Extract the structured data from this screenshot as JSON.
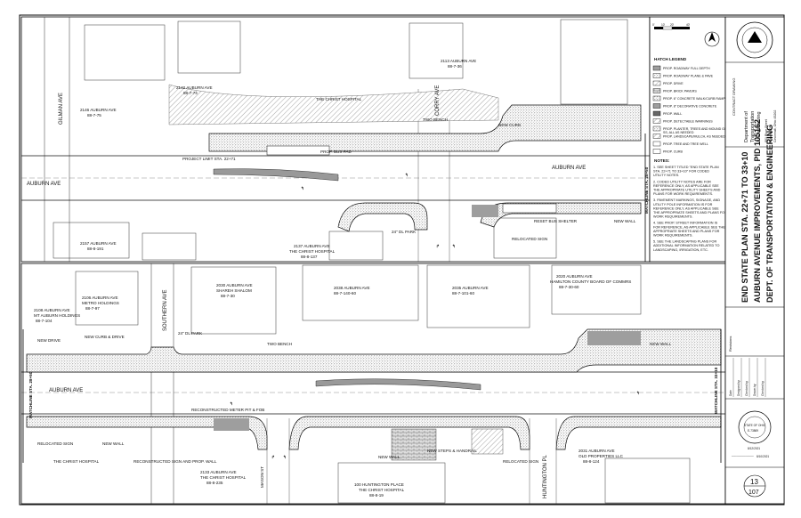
{
  "sheet_title": {
    "line1": "END STATE PLAN STA. 22+71 TO 33+10",
    "line2": "AUBURN AVENUE IMPROVEMENTS, PID 105162",
    "line3": "DEPT. OF TRANSPORTATION & ENGINEERING"
  },
  "department": {
    "name1": "Department of",
    "name2": "Transportation",
    "name3": "& Engineering",
    "addr1": "801 Plum Street",
    "addr2": "Room 450",
    "addr3": "Cincinnati, Ohio 45202",
    "contract": "CONTRACT DRAWING"
  },
  "legend": {
    "title": "HATCH LEGEND",
    "items": [
      "PROP. ROADWAY FULL DEPTH",
      "PROP. ROADWAY PLANE & PAVE",
      "PROP. DRIVE",
      "PROP. BRICK PAVERS",
      "PROP. 6\" CONCRETE WALK/CURB RAMP",
      "PROP. 8\" DECORATIVE CONCRETE",
      "PROP. WALL",
      "PROP. DETECTABLE WARNINGS",
      "PROP. PLANTER, TREES AND MOUND GRASS, ALL AS NEEDED",
      "PROP. LANDSCAPE/MULCH, AS NEEDED",
      "PROP. TREE AND TREE WELL",
      "PROP. CURB"
    ]
  },
  "notes": {
    "title": "NOTES:",
    "items": [
      "1. SEE SHEET TITLED \"END STATE PLAN STA. 22+71 TO 33+10\" FOR CODED UTILITY NOTES.",
      "2. CODED UTILITY NOTES ARE FOR REFERENCE ONLY, AS APPLICABLE SEE THE APPROPRIATE UTILITY SHEETS AND PLANS FOR WORK REQUIREMENTS.",
      "3. PAVEMENT MARKINGS, SIGNAGE, AND UTILITY POLE INFORMATION IS FOR REFERENCE ONLY, AS APPLICABLE SEE THE APPROPRIATE SHEETS AND PLANS FOR WORK REQUIREMENTS.",
      "4. SEE PROP. STREET INFORMATION IS FOR REFERENCE, AS APPLICABLE SEE THE APPROPRIATE SHEETS AND PLANS FOR WORK REQUIREMENTS.",
      "5. SEE THE LANDSCAPING PLANS FOR ADDITIONAL INFORMATION RELATED TO LANDSCAPING, IRRIGATION, ETC."
    ]
  },
  "revisions_label": "Revisions",
  "approvals": [
    "Date",
    "Designed by",
    "Checked by",
    "Drawn by",
    "Checked by"
  ],
  "seal": {
    "text1": "STATE OF OHIO",
    "text2": "E-73869",
    "date": "8/12/2021"
  },
  "signature_date": "8/10/2021",
  "sheet_number": "13",
  "sheet_total": "107",
  "top_plan": {
    "street_auburn": "AUBURN AVE",
    "street_gilman": "GILMAN AVE",
    "street_corry": "CORRY AVE",
    "matchline": "MATCHLINE STA. 28+50",
    "parcels": [
      {
        "addr": "2142 AUBURN AVE",
        "id": "88-7-74"
      },
      {
        "addr": "2146 AUBURN AVE",
        "id": "88-7-75"
      },
      {
        "addr": "2113 AUBURN AVE",
        "id": "88-7-36"
      },
      {
        "addr": "2137 AUBURN AVE",
        "id": "88-8-137"
      },
      {
        "addr": "2157 AUBURN AVE",
        "id": "88-8-191"
      }
    ],
    "owners": [
      "THE CHRIST HOSPITAL"
    ],
    "callouts": [
      "PROJECT LIMIT STA. 22+71",
      "PROP. BUS PAD",
      "TWO BENCH",
      "RELOCATED SIGN",
      "RESET BUS SHELTER",
      "NEW WALL",
      "24\" DL PARK",
      "NEW CURB"
    ]
  },
  "bottom_plan": {
    "street_auburn": "AUBURN AVE",
    "street_southern": "SOUTHERN AVE",
    "street_huntington": "HUNTINGTON PL",
    "matchline_left": "MATCHLINE STA. 28+50",
    "matchline_right": "MATCHLINE STA. 33+10",
    "parcels": [
      {
        "addr": "2108 AUBURN AVE",
        "id": "88-7-104"
      },
      {
        "addr": "2106 AUBURN AVE",
        "id": "88-7-97"
      },
      {
        "addr": "2030 AUBURN AVE",
        "id": "88-7-30"
      },
      {
        "addr": "2038 AUBURN AVE",
        "id": "88-7-140-60"
      },
      {
        "addr": "2035 AUBURN AVE",
        "id": "88-7-101-60"
      },
      {
        "addr": "2020 AUBURN AVE",
        "id": "88-7-30-60"
      },
      {
        "addr": "2133 AUBURN AVE",
        "id": "88-8-235"
      },
      {
        "addr": "2031 AUBURN AVE",
        "id": "88-8-124"
      },
      {
        "addr": "100 HUNTINGTON PLACE",
        "id": "88-8-19"
      }
    ],
    "owners": [
      "MT AUBURN HOLDINGS",
      "METRO HOLDINGS",
      "SHAREH SHALOM",
      "HAMILTON COUNTY BOARD OF COMMRS",
      "THE CHRIST HOSPITAL",
      "OLD PROPERTIES LLC"
    ],
    "callouts": [
      "NEW DRIVE",
      "NEW CURB & DRIVE",
      "RECONSTRUCTED METER PIT & FOB",
      "RELOCATED SIGN",
      "NEW WALL",
      "NEW STEPS & HANDRAIL",
      "RECONSTRUCTED SIGN AND PROP. WALL",
      "TWO BENCH",
      "24\" DL PARK",
      "NEW WALL",
      "RELOCATED SIGN",
      "NEW WALL",
      "MASON ST"
    ]
  },
  "scale": {
    "v0": "0'",
    "v1": "10'",
    "v2": "20'",
    "v3": "40'"
  }
}
